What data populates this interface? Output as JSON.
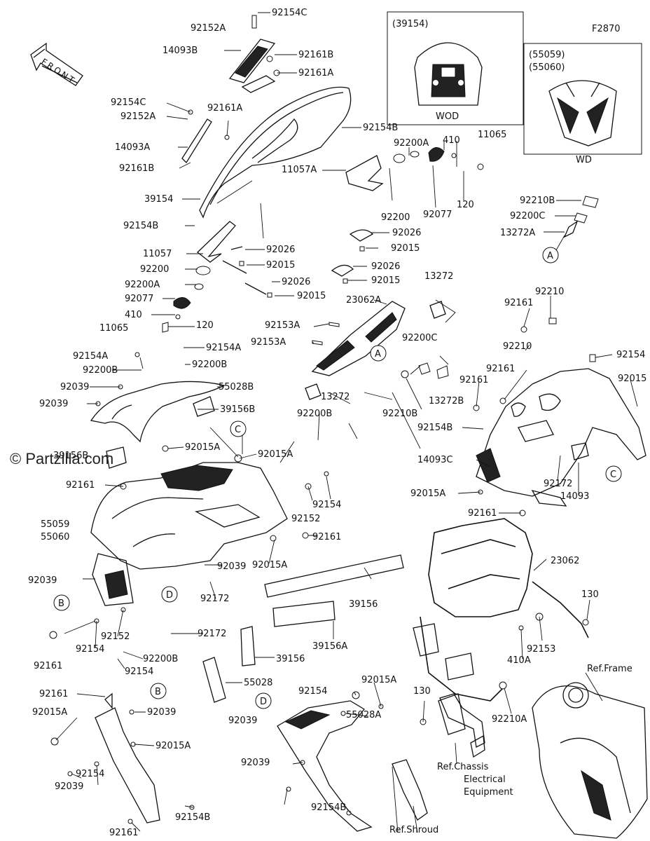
{
  "figure_code": "F2870",
  "front_label": "FRONT",
  "watermark": "© Partzilla.com",
  "insets": [
    {
      "code": "(39154)",
      "caption": "WOD"
    },
    {
      "code1": "(55059)",
      "code2": "(55060)",
      "caption": "WD"
    }
  ],
  "ref_markers": [
    "A",
    "B",
    "C",
    "D"
  ],
  "ref_labels": [
    "Ref.Frame",
    "Ref.Chassis",
    "Electrical",
    "Equipment",
    "Ref.Shroud"
  ],
  "part_labels": [
    "92154C",
    "92152A",
    "14093B",
    "92161B",
    "92161A",
    "92154C",
    "92152A",
    "92161A",
    "14093A",
    "92161B",
    "39154",
    "92154B",
    "92200A",
    "410",
    "11065",
    "11057A",
    "92200",
    "92077",
    "120",
    "92026",
    "92015",
    "92026",
    "92015",
    "92210B",
    "92200C",
    "13272A",
    "92154B",
    "11057",
    "92026",
    "92015",
    "92200",
    "92200A",
    "92026",
    "92015",
    "92077",
    "410",
    "120",
    "11065",
    "13272",
    "23062A",
    "92153A",
    "92153A",
    "92200C",
    "13272B",
    "92210B",
    "13272",
    "92200B",
    "92210",
    "92161",
    "92210",
    "92154",
    "92161",
    "92015",
    "92161",
    "92154B",
    "14093C",
    "92172",
    "14093",
    "92015A",
    "92161",
    "23062",
    "130",
    "92153",
    "410A",
    "92210A",
    "130",
    "92154A",
    "92200B",
    "92039",
    "92039",
    "39156B",
    "92154A",
    "92200B",
    "55028B",
    "39156B",
    "92015A",
    "92015A",
    "92161",
    "92154",
    "92152",
    "92161",
    "55059",
    "55060",
    "92039",
    "92015A",
    "92039",
    "92172",
    "92152",
    "92154",
    "92161",
    "92172",
    "92200B",
    "92154",
    "39156",
    "39156A",
    "39156",
    "55028",
    "92161",
    "92015A",
    "92039",
    "92015A",
    "92154",
    "92039",
    "92154B",
    "92161",
    "92154",
    "92015A",
    "55028A",
    "92039",
    "92039",
    "92154B"
  ]
}
